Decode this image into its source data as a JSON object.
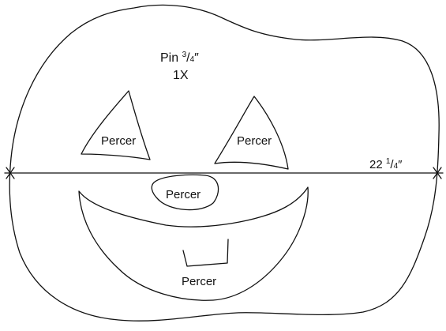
{
  "pattern": {
    "header": {
      "pin_prefix": "Pin ",
      "pin_fraction_numerator": "3",
      "pin_fraction_slash": "/",
      "pin_fraction_denominator": "4",
      "pin_unit": "″",
      "quantity": "1X"
    },
    "dimension": {
      "whole": "22 ",
      "fraction_numerator": "1",
      "fraction_slash": "/",
      "fraction_denominator": "4",
      "unit": "″"
    },
    "cutouts": {
      "left_eye": "Percer",
      "right_eye": "Percer",
      "nose": "Percer",
      "mouth": "Percer"
    }
  }
}
